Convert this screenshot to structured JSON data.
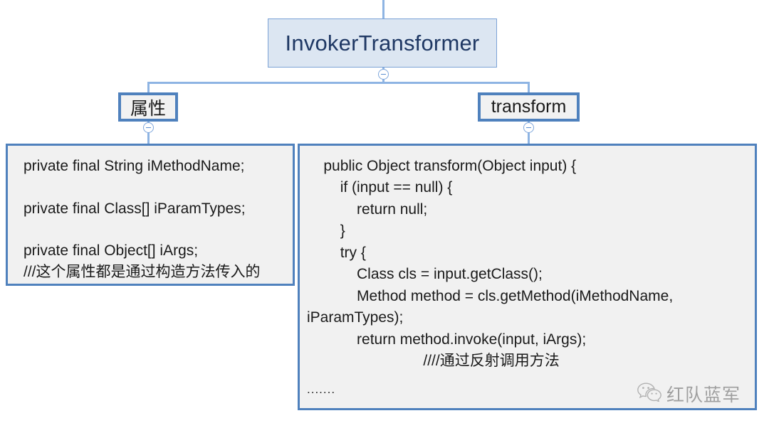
{
  "diagram": {
    "type": "mindmap-outline",
    "root": {
      "label": "InvokerTransformer"
    },
    "branches": [
      {
        "label": "属性",
        "detail_lines": [
          "private final String iMethodName;",
          "",
          "private final Class[] iParamTypes;",
          "",
          "private final Object[] iArgs;",
          "///这个属性都是通过构造方法传入的"
        ],
        "detail_text": "private final String iMethodName;\n\nprivate final Class[] iParamTypes;\n\nprivate final Object[] iArgs;\n///这个属性都是通过构造方法传入的"
      },
      {
        "label": "transform",
        "detail_lines": [
          "    public Object transform(Object input) {",
          "        if (input == null) {",
          "            return null;",
          "        }",
          "        try {",
          "            Class cls = input.getClass();",
          "            Method method = cls.getMethod(iMethodName, iParamTypes);",
          "            return method.invoke(input, iArgs);",
          "                            ////通过反射调用方法"
        ],
        "detail_text": "    public Object transform(Object input) {\n        if (input == null) {\n            return null;\n        }\n        try {\n            Class cls = input.getClass();\n            Method method = cls.getMethod(iMethodName, iParamTypes);\n            return method.invoke(input, iArgs);\n                            ////通过反射调用方法",
        "truncation_marker": "......."
      }
    ],
    "collapse_markers": [
      {
        "name": "root-collapse",
        "glyph": "minus-circle"
      },
      {
        "name": "attributes-collapse",
        "glyph": "minus-circle"
      },
      {
        "name": "transform-collapse",
        "glyph": "minus-circle"
      }
    ]
  },
  "watermark": {
    "text": "红队蓝军",
    "icon": "wechat-icon"
  },
  "colors": {
    "root_fill": "#DCE6F2",
    "root_border": "#7BA2D6",
    "node_border": "#4F81BD",
    "node_fill": "#F2F2F2",
    "code_fill": "#F1F1F1",
    "connector": "#8EB4E3",
    "root_text": "#1F3864",
    "body_text": "#1A1A1A"
  }
}
